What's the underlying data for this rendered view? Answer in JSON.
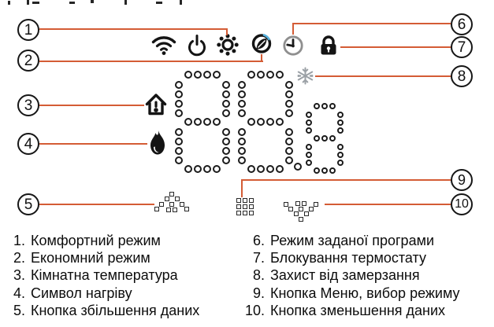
{
  "meta": {
    "accent_line_color": "#d45c35",
    "ink_color": "#141414",
    "muted_icon_color": "#9ba1a6",
    "background": "#ffffff"
  },
  "device_display": {
    "value": "88.8",
    "digits": [
      "8",
      "8",
      "8"
    ],
    "decimal_point": true
  },
  "icons": [
    "wifi",
    "power",
    "comfort-sun",
    "eco-leaf",
    "program-clock",
    "lock",
    "frost-snowflake",
    "room-house",
    "heat-flame",
    "increase-arrow",
    "menu-grid",
    "decrease-arrow"
  ],
  "callouts": [
    {
      "num": "1",
      "label": "Комфортний режим"
    },
    {
      "num": "2",
      "label": "Економний режим"
    },
    {
      "num": "3",
      "label": "Кімнатна температура"
    },
    {
      "num": "4",
      "label": "Символ нагріву"
    },
    {
      "num": "5",
      "label": "Кнопка збільшення даних"
    },
    {
      "num": "6",
      "label": "Режим заданої програми"
    },
    {
      "num": "7",
      "label": "Блокування термостату"
    },
    {
      "num": "8",
      "label": "Захист від замерзання"
    },
    {
      "num": "9",
      "label": "Кнопка Меню, вибор режиму"
    },
    {
      "num": "10",
      "label": "Кнопка зменьшення даних"
    }
  ],
  "legend": {
    "left": [
      {
        "num": "1.",
        "label": "Комфортний режим"
      },
      {
        "num": "2.",
        "label": "Економний режим"
      },
      {
        "num": "3.",
        "label": "Кімнатна температура"
      },
      {
        "num": "4.",
        "label": "Символ нагріву"
      },
      {
        "num": "5.",
        "label": "Кнопка збільшення даних"
      }
    ],
    "right": [
      {
        "num": "6.",
        "label": "Режим заданої програми"
      },
      {
        "num": "7.",
        "label": "Блокування термостату"
      },
      {
        "num": "8.",
        "label": "Захист від замерзання"
      },
      {
        "num": "9.",
        "label": "Кнопка Меню, вибор режиму"
      },
      {
        "num": "10.",
        "label": "Кнопка зменьшення даних"
      }
    ]
  }
}
